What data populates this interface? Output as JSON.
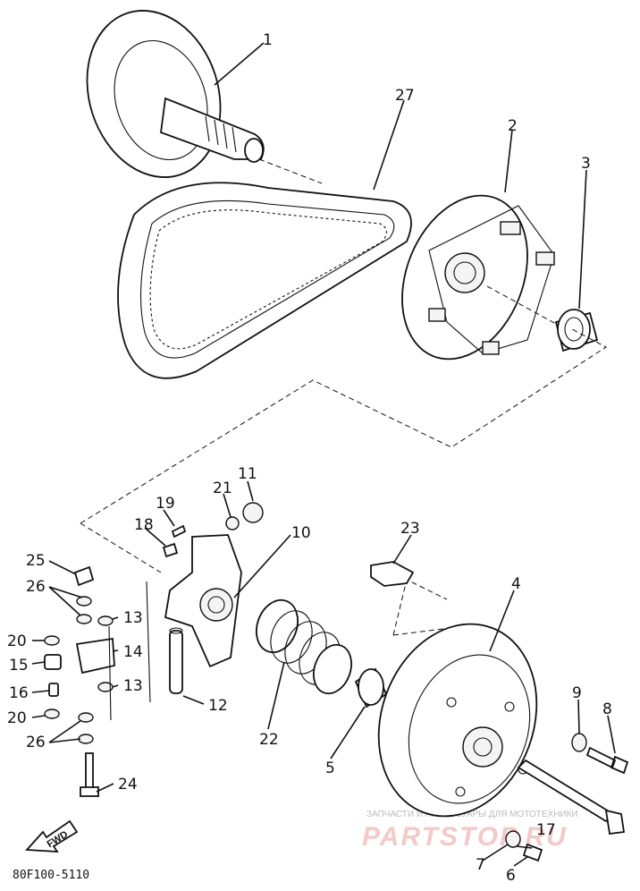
{
  "diagram": {
    "callouts": [
      {
        "id": "c1",
        "text": "1"
      },
      {
        "id": "c27",
        "text": "27"
      },
      {
        "id": "c2",
        "text": "2"
      },
      {
        "id": "c3",
        "text": "3"
      },
      {
        "id": "c11",
        "text": "11"
      },
      {
        "id": "c21",
        "text": "21"
      },
      {
        "id": "c19",
        "text": "19"
      },
      {
        "id": "c18",
        "text": "18"
      },
      {
        "id": "c10",
        "text": "10"
      },
      {
        "id": "c23",
        "text": "23"
      },
      {
        "id": "c25",
        "text": "25"
      },
      {
        "id": "c26a",
        "text": "26"
      },
      {
        "id": "c13a",
        "text": "13"
      },
      {
        "id": "c20a",
        "text": "20"
      },
      {
        "id": "c14",
        "text": "14"
      },
      {
        "id": "c15",
        "text": "15"
      },
      {
        "id": "c16",
        "text": "16"
      },
      {
        "id": "c13b",
        "text": "13"
      },
      {
        "id": "c20b",
        "text": "20"
      },
      {
        "id": "c26b",
        "text": "26"
      },
      {
        "id": "c12",
        "text": "12"
      },
      {
        "id": "c22",
        "text": "22"
      },
      {
        "id": "c5",
        "text": "5"
      },
      {
        "id": "c4",
        "text": "4"
      },
      {
        "id": "c9",
        "text": "9"
      },
      {
        "id": "c8",
        "text": "8"
      },
      {
        "id": "c24",
        "text": "24"
      },
      {
        "id": "c17",
        "text": "17"
      },
      {
        "id": "c7",
        "text": "7"
      },
      {
        "id": "c6",
        "text": "6"
      }
    ],
    "drawing_code": "80F100-5110",
    "fwd_label": "FWD",
    "watermark": {
      "subtitle": "ЗАПЧАСТИ И АКСЕССУАРЫ ДЛЯ МОТОТЕХНИКИ",
      "brand": "PARTSTOP.RU"
    }
  }
}
